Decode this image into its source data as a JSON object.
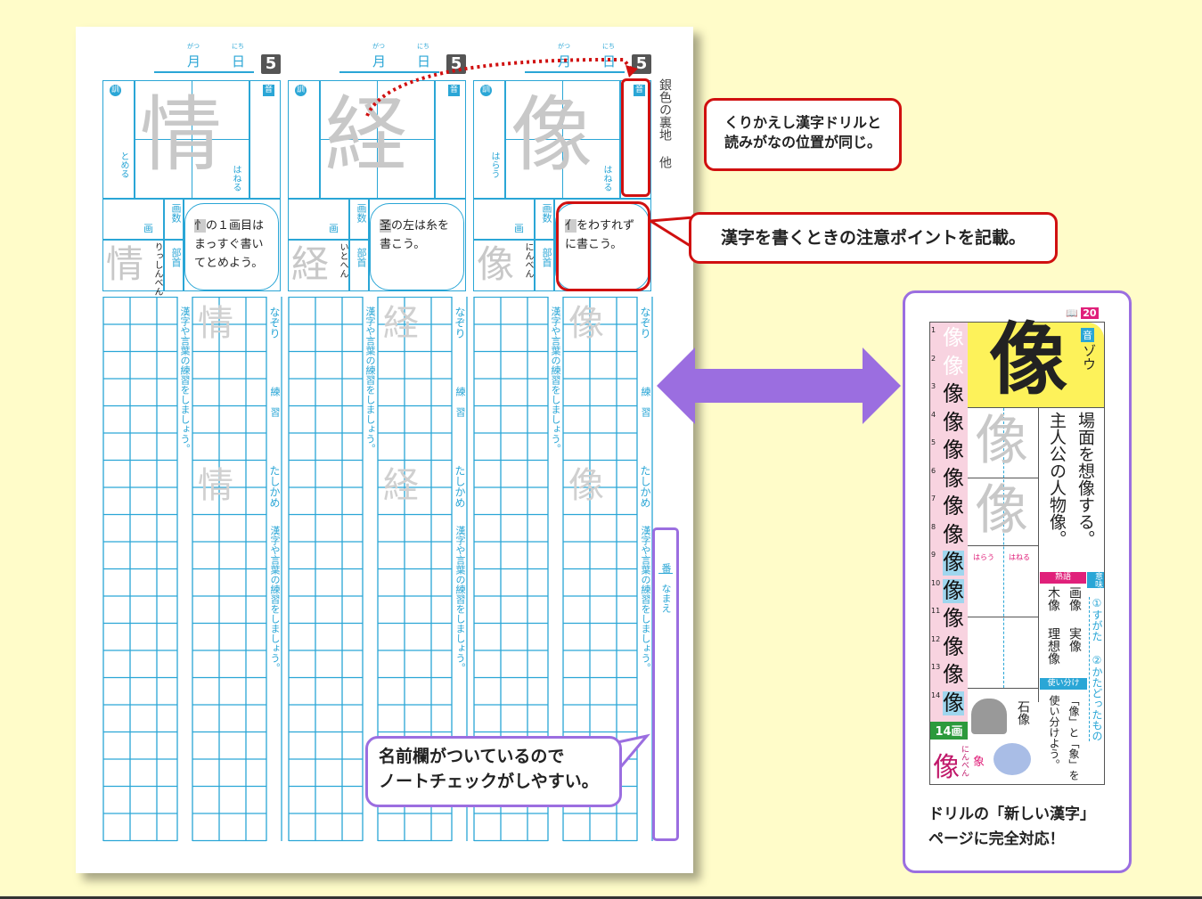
{
  "worksheet": {
    "date": {
      "month": "月",
      "day": "日",
      "month_ruby": "がつ",
      "day_ruby": "にち"
    },
    "lesson_number": "5",
    "kun_label": "訓",
    "on_label": "音",
    "stroke_unit": "画",
    "stroke_count_label": "画数",
    "radical_label": "部首",
    "tracing_label": "なぞり",
    "practice_label": "練習",
    "check_label": "たしかめ",
    "instruction": "漢字や言葉の練習をしましょう。",
    "panels": [
      {
        "kanji": "情",
        "radical_name": "りっしんべん",
        "tip_highlight": "忄",
        "tip": "の１画目はまっすぐ書いてとめよう。",
        "notes": [
          "とめる",
          "はねる"
        ]
      },
      {
        "kanji": "経",
        "radical_name": "いとへん",
        "tip_highlight": "圣",
        "tip": "の左は糸を書こう。",
        "notes": []
      },
      {
        "kanji": "像",
        "radical_name": "にんべん",
        "tip_highlight": "亻",
        "tip": "をわすれずに書こう。",
        "notes": [
          "はらう",
          "はねる"
        ]
      }
    ],
    "side_example": "銀色の裏地",
    "side_example_more": "他",
    "name_area": {
      "number_label": "番",
      "name_label": "なまえ"
    }
  },
  "callouts": {
    "reading_position": [
      "くりかえし漢字ドリルと",
      "読みがなの位置が同じ。"
    ],
    "tips": "漢字を書くときの注意ポイントを記載。",
    "name_field": [
      "名前欄がついているので",
      "ノートチェックがしやすい。"
    ]
  },
  "drill_card": {
    "page_number": "20",
    "kanji": "像",
    "on_label": "音",
    "on_reading": "ゾウ",
    "stroke_numbers": [
      "1",
      "2",
      "3",
      "4",
      "5",
      "6",
      "7",
      "8",
      "9",
      "10",
      "11",
      "12",
      "13",
      "14"
    ],
    "stroke_total": "14画",
    "radical_name": "にんべん",
    "examples": [
      "場面を想像する。",
      "主人公の人物像。"
    ],
    "notes": [
      "はらう",
      "はねる"
    ],
    "jukugo_label": "熟語",
    "words": [
      "画像",
      "実像",
      "木像",
      "理想像"
    ],
    "meaning_label": "意味",
    "meaning": "①すがた ②かたどったもの",
    "usage_label": "使い分け",
    "usage": "「像」と「象」を使い分けよう。",
    "illustration_labels": [
      "石像",
      "象"
    ],
    "caption": [
      "ドリルの「新しい漢字」",
      "ページに完全対応！"
    ]
  },
  "colors": {
    "grid": "#2aa6d6",
    "callout_red": "#d01010",
    "accent_purple": "#9b6ee0",
    "background": "#fffcc9"
  }
}
